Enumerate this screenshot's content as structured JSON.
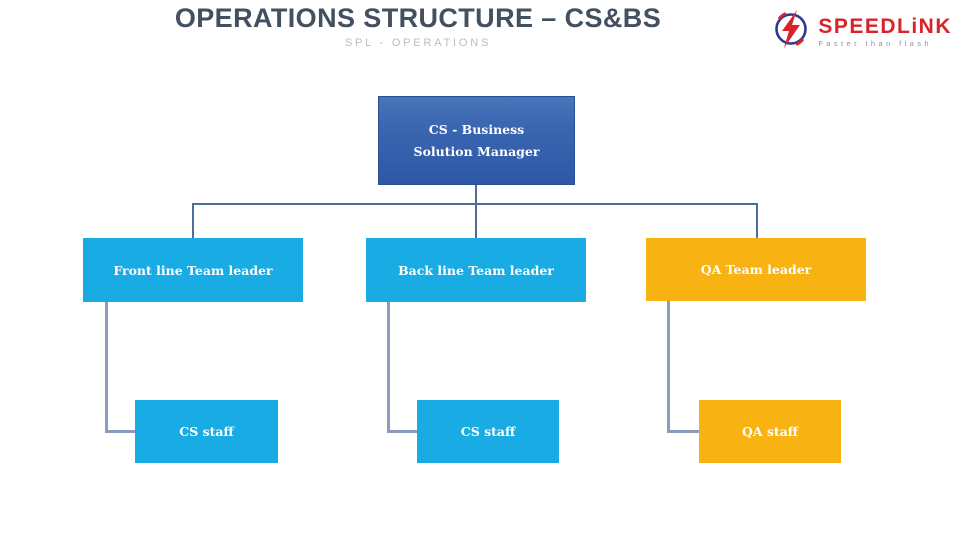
{
  "slide": {
    "title": "OPERATIONS STRUCTURE – CS&BS",
    "subtitle": "SPL - OPERATIONS"
  },
  "logo": {
    "brand": "SPEEDLiNK",
    "tagline": "Faster than flash",
    "icon": "lightning-bolt-circle-icon",
    "colors": {
      "brand_red": "#d8232a",
      "circle_blue": "#2b3990",
      "tagline_gray": "#8f9499"
    }
  },
  "org_chart": {
    "root": {
      "label": "CS - Business Solution Manager",
      "color": "#2e58a6"
    },
    "level2": [
      {
        "label": "Front line Team leader",
        "color": "#19ace4"
      },
      {
        "label": "Back line Team leader",
        "color": "#19ace4"
      },
      {
        "label": "QA Team leader",
        "color": "#f8b313"
      }
    ],
    "level3": [
      {
        "label": "CS staff",
        "color": "#19ace4"
      },
      {
        "label": "CS staff",
        "color": "#19ace4"
      },
      {
        "label": "QA staff",
        "color": "#f8b313"
      }
    ],
    "connector_colors": {
      "level1": "#4e6d9c",
      "level2": "#8d9abd"
    }
  }
}
